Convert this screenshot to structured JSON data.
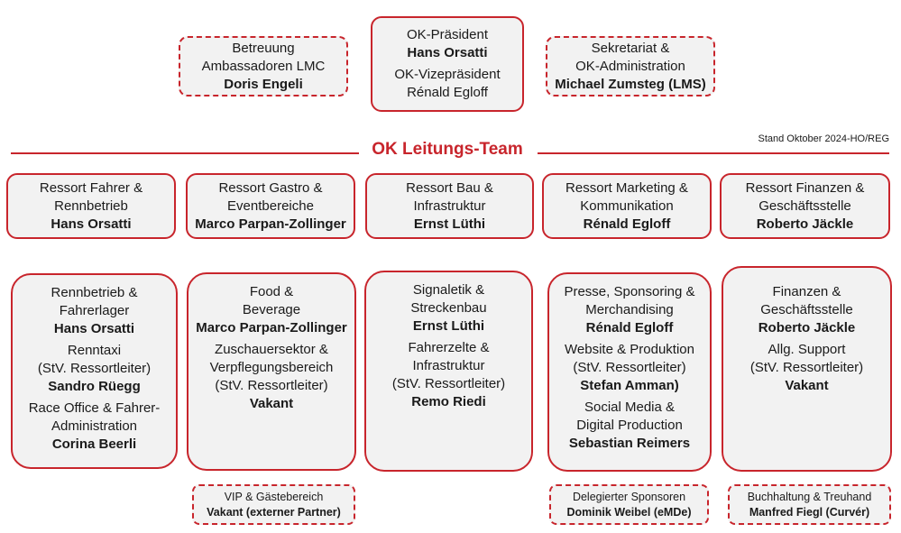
{
  "top": {
    "betreuung": {
      "l1": "Betreuung",
      "l2": "Ambassadoren LMC",
      "name": "Doris Engeli"
    },
    "president": {
      "role1": "OK-Präsident",
      "name1": "Hans Orsatti",
      "role2": "OK-Vizepräsident",
      "name2": "Rénald Egloff"
    },
    "sekretariat": {
      "l1": "Sekretariat &",
      "l2": "OK-Administration",
      "name": "Michael Zumsteg (LMS)"
    }
  },
  "title": "OK Leitungs-Team",
  "stand": "Stand Oktober 2024-HO/REG",
  "ressorts": [
    {
      "l1": "Ressort Fahrer &",
      "l2": "Rennbetrieb",
      "name": "Hans Orsatti"
    },
    {
      "l1": "Ressort Gastro &",
      "l2": "Eventbereiche",
      "name": "Marco Parpan-Zollinger"
    },
    {
      "l1": "Ressort Bau &",
      "l2": "Infrastruktur",
      "name": "Ernst Lüthi"
    },
    {
      "l1": "Ressort Marketing &",
      "l2": "Kommunikation",
      "name": "Rénald Egloff"
    },
    {
      "l1": "Ressort Finanzen &",
      "l2": "Geschäftsstelle",
      "name": "Roberto Jäckle"
    }
  ],
  "details": [
    {
      "a_l1": "Rennbetrieb &",
      "a_l2": "Fahrerlager",
      "a_name": "Hans Orsatti",
      "b_l1": "Renntaxi",
      "b_l2": "(StV. Ressortleiter)",
      "b_name": "Sandro Rüegg",
      "c_l1": "Race Office & Fahrer-",
      "c_l2": "Administration",
      "c_name": "Corina Beerli"
    },
    {
      "a_l1": "Food &",
      "a_l2": "Beverage",
      "a_name": "Marco Parpan-Zollinger",
      "b_l1": "Zuschauersektor &",
      "b_l2": "Verpflegungsbereich",
      "b_l3": "(StV. Ressortleiter)",
      "b_name": "Vakant"
    },
    {
      "a_l1": "Signaletik &",
      "a_l2": "Streckenbau",
      "a_name": "Ernst Lüthi",
      "b_l1": "Fahrerzelte &",
      "b_l2": "Infrastruktur",
      "b_l3": "(StV. Ressortleiter)",
      "b_name": "Remo Riedi"
    },
    {
      "a_l1": "Presse, Sponsoring &",
      "a_l2": "Merchandising",
      "a_name": "Rénald Egloff",
      "b_l1": "Website & Produktion",
      "b_l2": "(StV. Ressortleiter)",
      "b_name": "Stefan Amman)",
      "c_l1": "Social Media &",
      "c_l2": "Digital Production",
      "c_name": "Sebastian Reimers"
    },
    {
      "a_l1": "Finanzen &",
      "a_l2": "Geschäftsstelle",
      "a_name": "Roberto Jäckle",
      "b_l1": "Allg. Support",
      "b_l2": "(StV. Ressortleiter)",
      "b_name": "Vakant"
    }
  ],
  "extras": {
    "vip": {
      "l1": "VIP & Gästebereich",
      "name": "Vakant (externer Partner)"
    },
    "sponsoren": {
      "l1": "Delegierter Sponsoren",
      "name": "Dominik Weibel (eMDe)"
    },
    "buchhaltung": {
      "l1": "Buchhaltung & Treuhand",
      "name": "Manfred Fiegl (Curvér)"
    }
  },
  "colors": {
    "accent": "#c8252c",
    "box_fill": "#f2f2f2"
  }
}
